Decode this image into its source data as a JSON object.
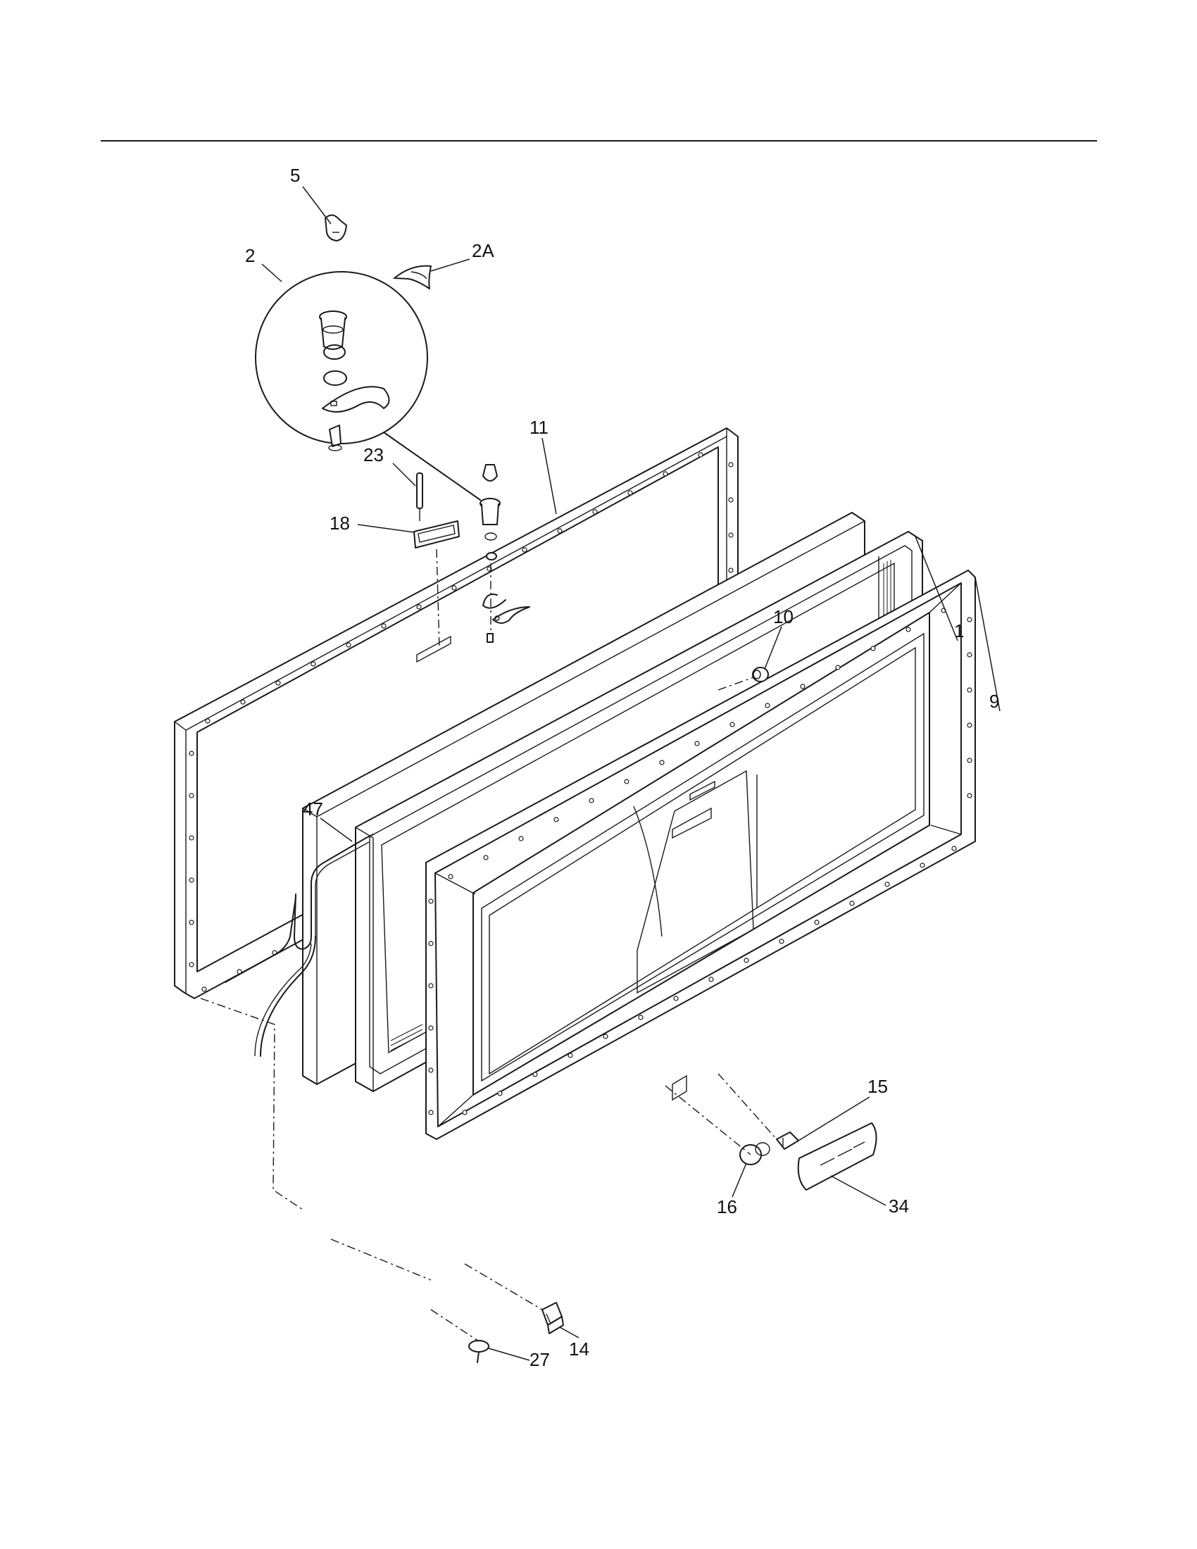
{
  "callouts": {
    "c5": "5",
    "c2A": "2A",
    "c2": "2",
    "c11": "11",
    "c23": "23",
    "c18": "18",
    "c10": "10",
    "c1": "1",
    "c9": "9",
    "c47": "47",
    "c15": "15",
    "c16": "16",
    "c34": "34",
    "c14": "14",
    "c27": "27"
  },
  "colors": {
    "line": "#1a1a1a",
    "background": "#ffffff"
  }
}
